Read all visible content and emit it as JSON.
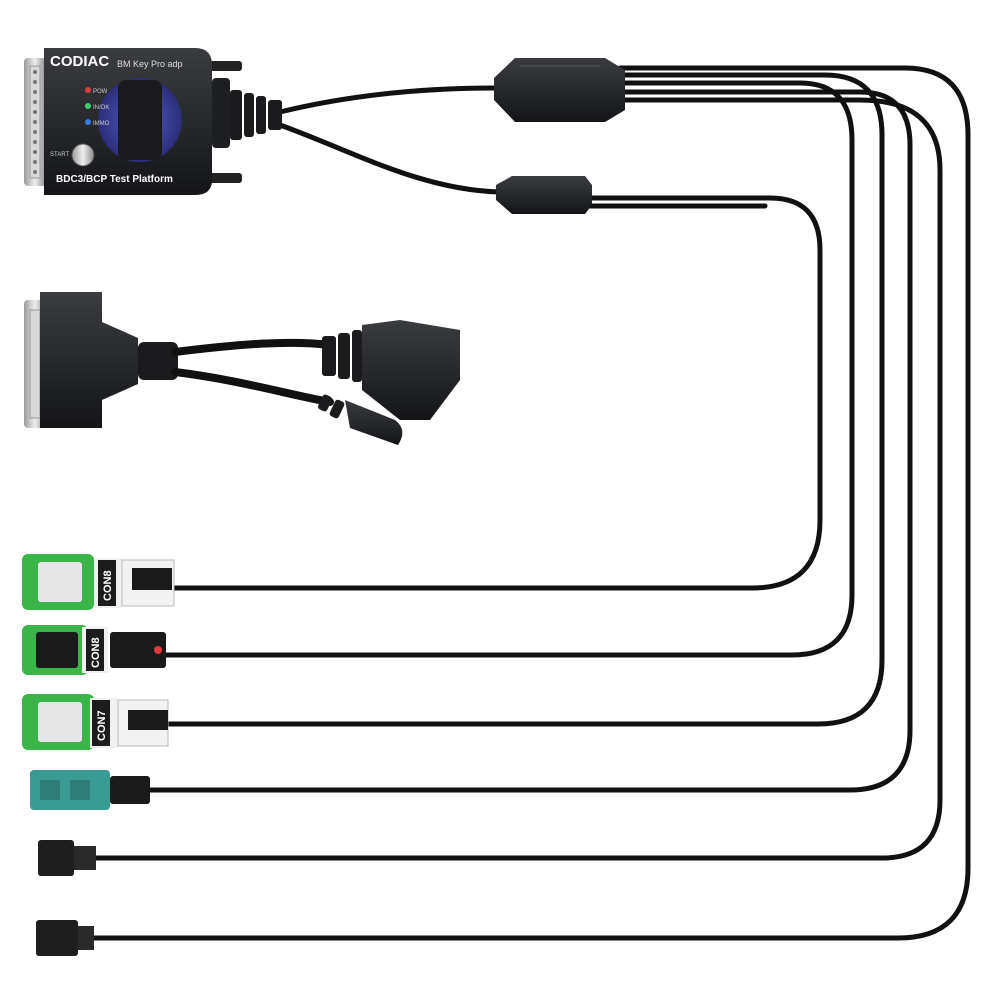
{
  "adapter": {
    "brand": "CODIAC",
    "model": "BM Key Pro adp",
    "platform": "BDC3/BCP Test Platform",
    "leds": [
      "POW",
      "IN/OK",
      "IMMO"
    ],
    "start_label": "START",
    "body_color": "#1e2023",
    "dial_color": "#3a3f9a"
  },
  "connectors": [
    {
      "label": "CON8",
      "housing_color": "#3bb54a"
    },
    {
      "label": "CON8",
      "housing_color": "#3bb54a"
    },
    {
      "label": "CON7",
      "housing_color": "#3bb54a"
    },
    {
      "label": "",
      "housing_color": "#3a9a94"
    },
    {
      "label": "",
      "housing_color": "#1e1e1e"
    },
    {
      "label": "",
      "housing_color": "#1e1e1e"
    }
  ],
  "cable_color": "#111111"
}
